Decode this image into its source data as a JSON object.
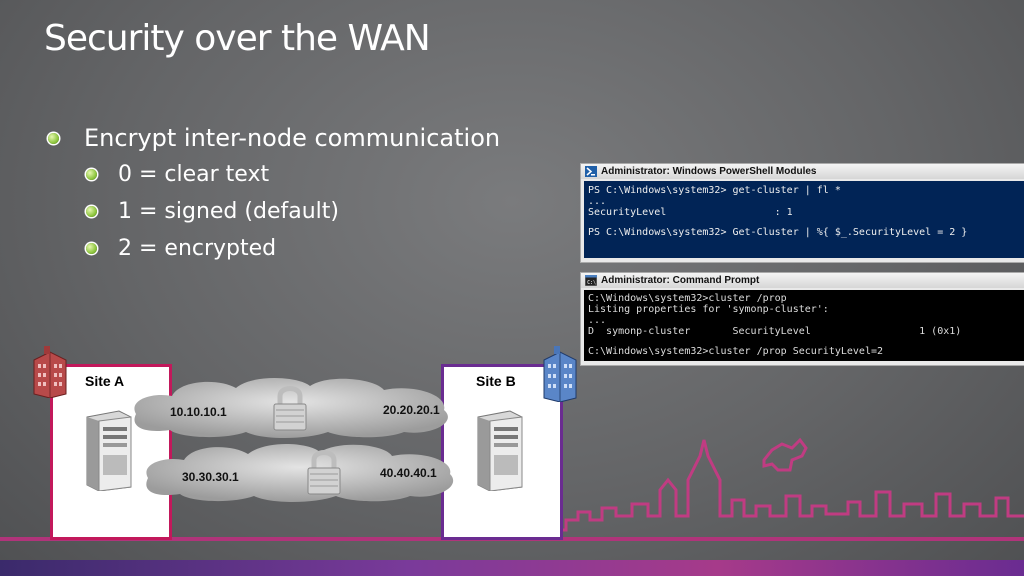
{
  "slide": {
    "title": "Security over the WAN",
    "bullets": {
      "main": "Encrypt inter-node communication",
      "sub": [
        "0 = clear text",
        "1 = signed (default)",
        "2 = encrypted"
      ]
    }
  },
  "powershell": {
    "title": "Administrator: Windows PowerShell Modules",
    "lines": [
      "PS C:\\Windows\\system32> get-cluster | fl *",
      "...",
      "SecurityLevel                  : 1",
      "PS C:\\Windows\\system32> Get-Cluster | %{ $_.SecurityLevel = 2 }"
    ]
  },
  "cmd": {
    "title": "Administrator: Command Prompt",
    "lines": [
      "C:\\Windows\\system32>cluster /prop",
      "Listing properties for 'symonp-cluster':",
      "...",
      "D  symonp-cluster       SecurityLevel                  1 (0x1)",
      "C:\\Windows\\system32>cluster /prop SecurityLevel=2"
    ]
  },
  "diagram": {
    "site_a": "Site A",
    "site_b": "Site B",
    "ips": [
      "10.10.10.1",
      "20.20.20.1",
      "30.30.30.1",
      "40.40.40.1"
    ]
  },
  "colors": {
    "site_a_border": "#c2185b",
    "site_b_border": "#6a2c91",
    "bullet": "#8ec63f",
    "skyline": "#c03c82"
  },
  "icons": [
    "building-red-icon",
    "building-blue-icon",
    "server-icon",
    "lock-icon",
    "cloud-icon",
    "powershell-icon",
    "cmd-icon"
  ]
}
